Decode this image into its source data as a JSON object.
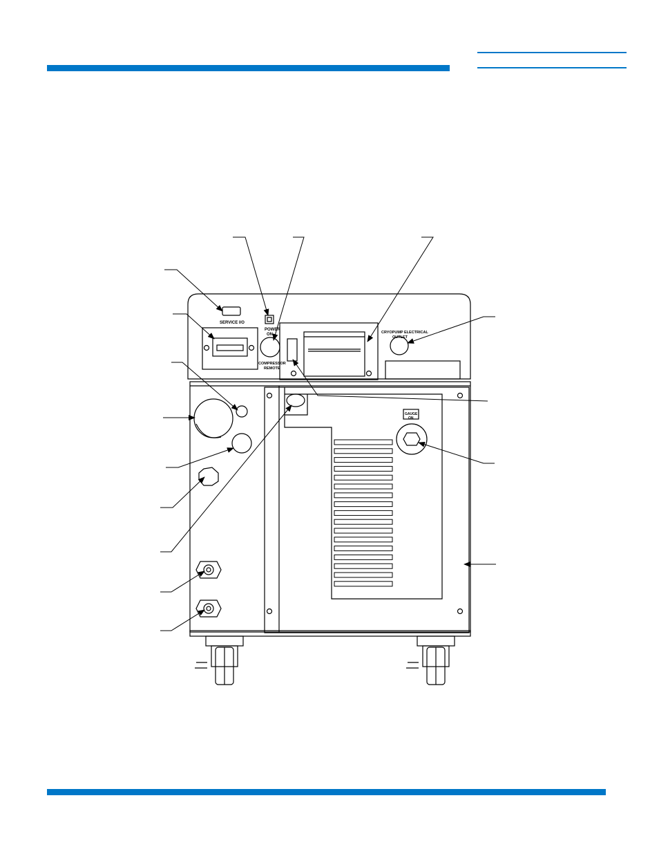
{
  "header": {
    "accent_color": "#0077c8"
  },
  "diagram": {
    "panel_labels": {
      "service": "SERVICE I/O",
      "power_on_line1": "POWER",
      "power_on_line2": "ON",
      "compressor_line1": "COMPRESSOR",
      "compressor_line2": "REMOTE",
      "outlet_line1": "CRYOPUMP ELECTRICAL",
      "outlet_line2": "OUTLET",
      "gauge_line1": "GAUGE",
      "gauge_line2": "ON"
    },
    "callouts": [
      {
        "id": "service-io"
      },
      {
        "id": "power-on-switch"
      },
      {
        "id": "compressor-remote"
      },
      {
        "id": "display-module"
      },
      {
        "id": "connector-panel"
      },
      {
        "id": "electrical-outlet"
      },
      {
        "id": "small-fitting"
      },
      {
        "id": "large-port"
      },
      {
        "id": "round-plug"
      },
      {
        "id": "hex-fitting"
      },
      {
        "id": "lower-port"
      },
      {
        "id": "indicator"
      },
      {
        "id": "gauge-fitting"
      },
      {
        "id": "side-panel"
      },
      {
        "id": "supply-fitting"
      },
      {
        "id": "return-fitting"
      }
    ]
  }
}
